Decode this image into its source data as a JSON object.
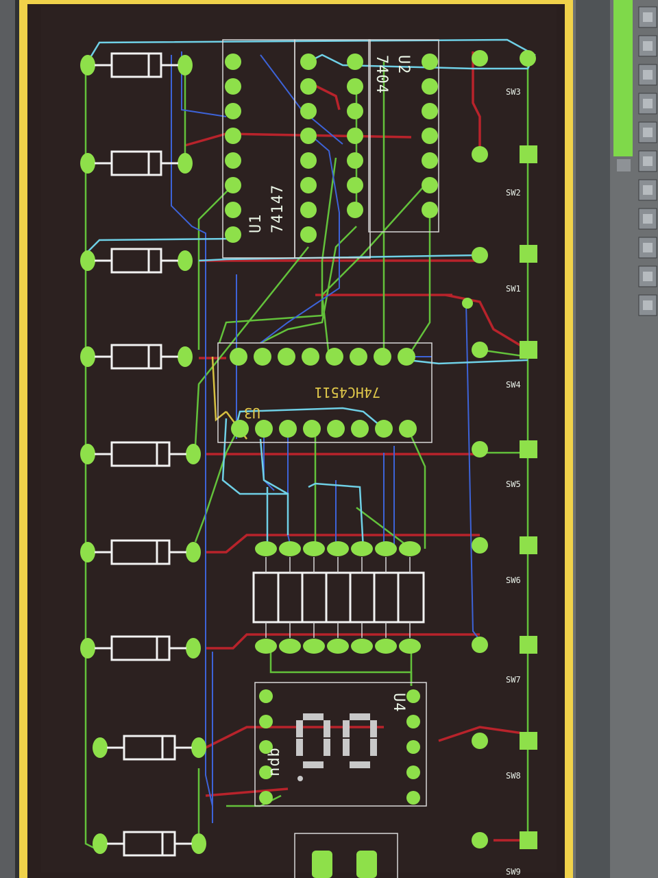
{
  "board": {
    "colors": {
      "background": "#2a1f1e",
      "border": "#f0d24a",
      "pad": "#8ee04a",
      "trace_green": "#63c23b",
      "trace_blue": "#3d63d8",
      "trace_cyan": "#6fd0e6",
      "trace_red": "#b8232b",
      "silkscreen": "#f2f2f2"
    }
  },
  "components": {
    "u1": {
      "ref": "U1",
      "part": "74147"
    },
    "u2": {
      "ref": "U2",
      "part": "7404"
    },
    "u3": {
      "ref": "U3",
      "part": "74HC4511"
    },
    "u4": {
      "ref": "U4",
      "part": "qpu"
    },
    "resistor_labels": [
      "SW3",
      "SW2",
      "SW1",
      "SW4",
      "SW5",
      "SW6",
      "SW7",
      "SW8",
      "SW9"
    ],
    "display_digits": "0"
  },
  "side_toolbar": {
    "icons": [
      "tool-icon-1",
      "tool-icon-2",
      "tool-icon-3",
      "tool-icon-4",
      "tool-icon-5",
      "tool-icon-6",
      "tool-icon-7",
      "tool-icon-8",
      "tool-icon-9",
      "tool-icon-10",
      "tool-icon-11"
    ]
  }
}
